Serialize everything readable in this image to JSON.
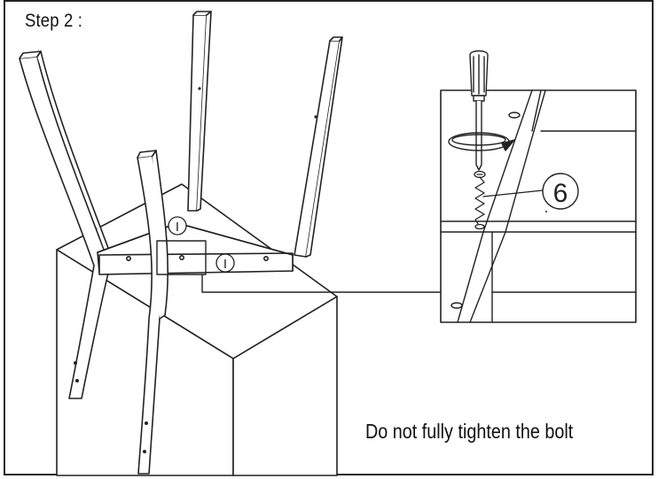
{
  "header": {
    "step_label": "Step 2 :"
  },
  "callouts": {
    "part_marker": "I",
    "detail_part_number": "6"
  },
  "footer": {
    "instruction": "Do not fully tighten the bolt"
  }
}
